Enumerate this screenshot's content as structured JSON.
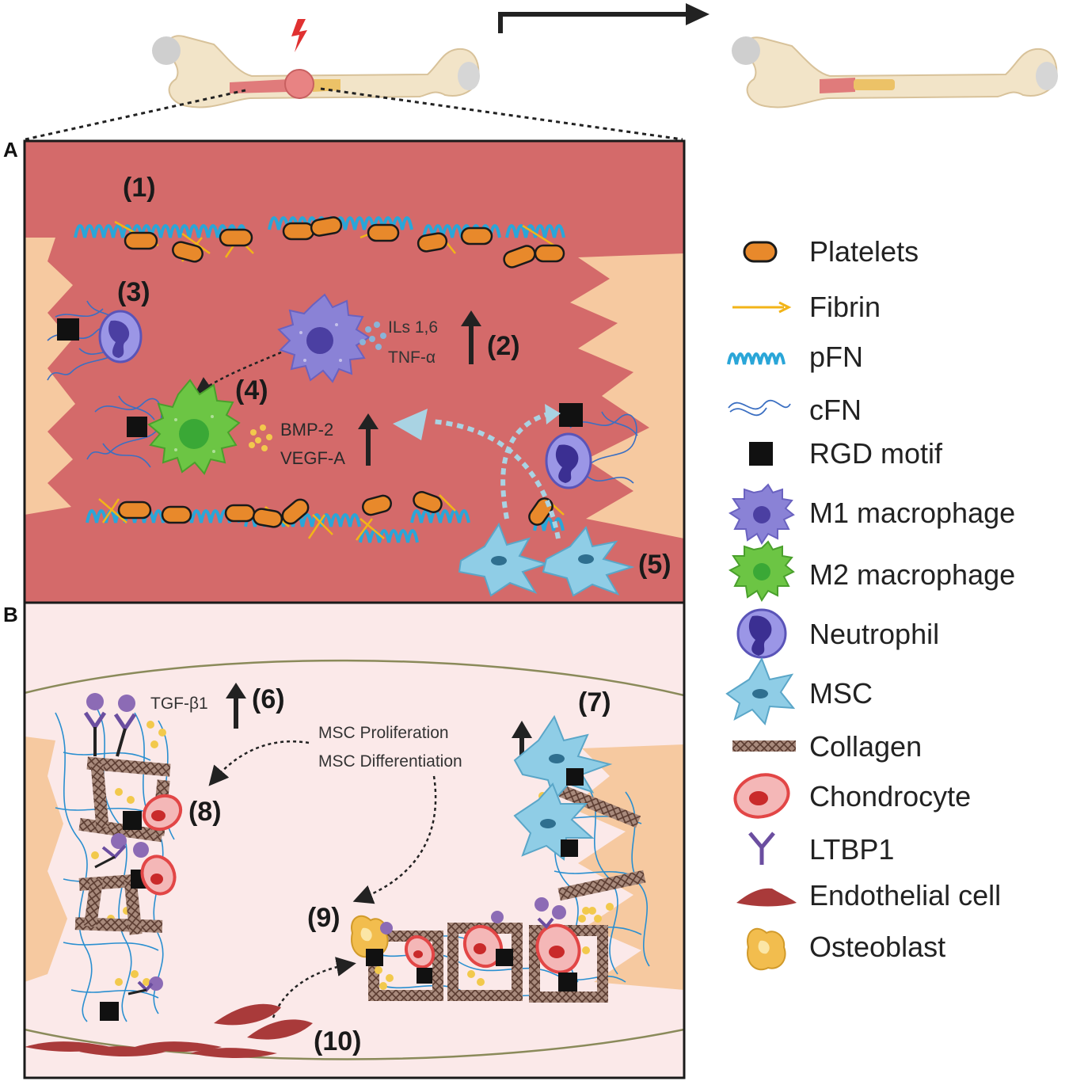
{
  "panels": {
    "a_label": "A",
    "b_label": "B"
  },
  "panel_a": {
    "step1": "(1)",
    "step2": "(2)",
    "step3": "(3)",
    "step4": "(4)",
    "step5": "(5)",
    "m1_secreted_line1": "ILs 1,6",
    "m1_secreted_line2": "TNF-α",
    "m2_secreted_line1": "BMP-2",
    "m2_secreted_line2": "VEGF-A"
  },
  "panel_b": {
    "step6": "(6)",
    "step7": "(7)",
    "step8": "(8)",
    "step9": "(9)",
    "step10": "(10)",
    "tgf_label": "TGF-β1",
    "msc_line1": "MSC Proliferation",
    "msc_line2": "MSC Differentiation"
  },
  "legend": [
    {
      "label": "Platelets",
      "icon": "platelet-icon"
    },
    {
      "label": "Fibrin",
      "icon": "fibrin-icon"
    },
    {
      "label": "pFN",
      "icon": "pfn-icon"
    },
    {
      "label": "cFN",
      "icon": "cfn-icon"
    },
    {
      "label": "RGD motif",
      "icon": "rgd-motif-icon"
    },
    {
      "label": "M1 macrophage",
      "icon": "m1-macrophage-icon"
    },
    {
      "label": "M2 macrophage",
      "icon": "m2-macrophage-icon"
    },
    {
      "label": "Neutrophil",
      "icon": "neutrophil-icon"
    },
    {
      "label": "MSC",
      "icon": "msc-icon"
    },
    {
      "label": "Collagen",
      "icon": "collagen-icon"
    },
    {
      "label": "Chondrocyte",
      "icon": "chondrocyte-icon"
    },
    {
      "label": "LTBP1",
      "icon": "ltbp1-icon"
    },
    {
      "label": "Endothelial cell",
      "icon": "endothelial-cell-icon"
    },
    {
      "label": "Osteoblast",
      "icon": "osteoblast-icon"
    }
  ],
  "colors": {
    "blood": "#d46a6a",
    "bone_fragment": "#f6c9a0",
    "panel_b_bg": "#fbe9e9",
    "platelet": "#e8892b",
    "fibrin": "#f2b418",
    "pfn": "#2aa6d8",
    "cfn": "#3b6fc2",
    "m1": "#8a82d6",
    "m2": "#6cc544",
    "neutrophil": "#7d77d8",
    "msc": "#8fcde6",
    "collagen": "#6b4a3d",
    "chondrocyte": "#e24646",
    "ltbp1": "#6b4ea0",
    "endothelial": "#a93a3a",
    "osteoblast": "#f2bd4e"
  }
}
